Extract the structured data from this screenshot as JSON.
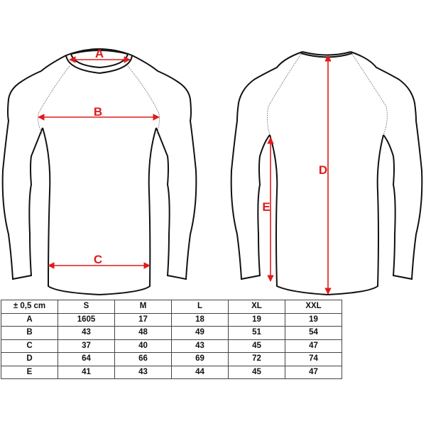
{
  "diagram": {
    "front_view": {
      "labels": {
        "A": "A",
        "B": "B",
        "C": "C"
      }
    },
    "back_view": {
      "labels": {
        "D": "D",
        "E": "E"
      }
    },
    "arrow_color": "#e01b1b",
    "outline_color": "#111111"
  },
  "table": {
    "header": [
      "± 0,5 cm",
      "S",
      "M",
      "L",
      "XL",
      "XXL"
    ],
    "rows": [
      [
        "A",
        "1605",
        "17",
        "18",
        "19",
        "19"
      ],
      [
        "B",
        "43",
        "48",
        "49",
        "51",
        "54"
      ],
      [
        "C",
        "37",
        "40",
        "43",
        "45",
        "47"
      ],
      [
        "D",
        "64",
        "66",
        "69",
        "72",
        "74"
      ],
      [
        "E",
        "41",
        "43",
        "44",
        "45",
        "47"
      ]
    ]
  }
}
